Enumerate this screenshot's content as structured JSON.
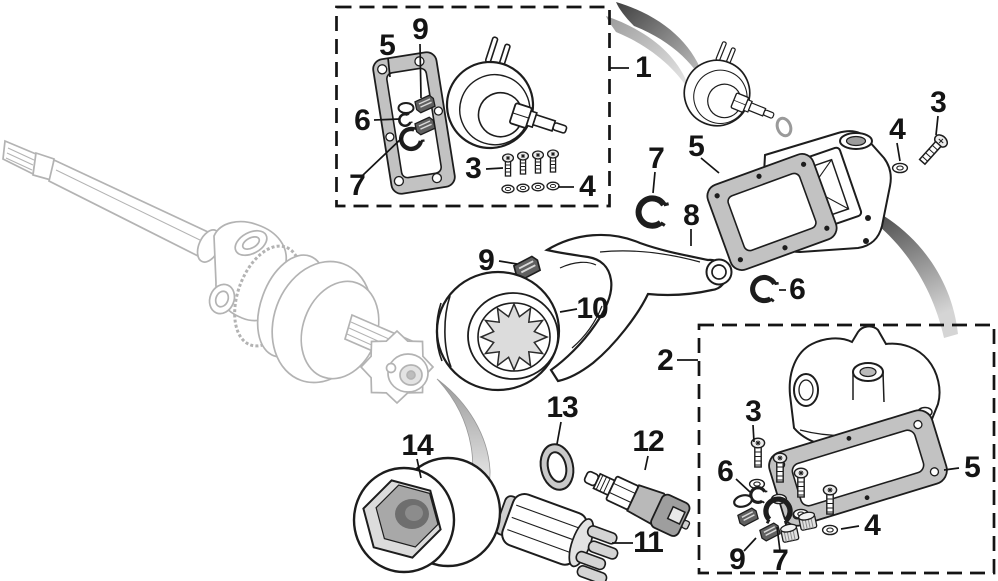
{
  "figure": {
    "type": "exploded-parts-diagram",
    "callouts": [
      {
        "label": "5"
      },
      {
        "label": "9"
      },
      {
        "label": "6"
      },
      {
        "label": "7"
      },
      {
        "label": "3"
      },
      {
        "label": "4"
      },
      {
        "label": "1"
      },
      {
        "label": "7"
      },
      {
        "label": "5"
      },
      {
        "label": "3"
      },
      {
        "label": "4"
      },
      {
        "label": "8"
      },
      {
        "label": "6"
      },
      {
        "label": "9"
      },
      {
        "label": "10"
      },
      {
        "label": "2"
      },
      {
        "label": "13"
      },
      {
        "label": "12"
      },
      {
        "label": "14"
      },
      {
        "label": "11"
      },
      {
        "label": "3"
      },
      {
        "label": "6"
      },
      {
        "label": "9"
      },
      {
        "label": "7"
      },
      {
        "label": "4"
      },
      {
        "label": "5"
      }
    ]
  },
  "colors": {
    "line": "#1a1a1a",
    "gasket_fill": "#c2c2c2",
    "dark_clip_fill": "#606060",
    "ghost_line": "#b3b3b3",
    "swoosh_dark": "#3f3f3f",
    "swoosh_light": "#e8e8e8"
  }
}
